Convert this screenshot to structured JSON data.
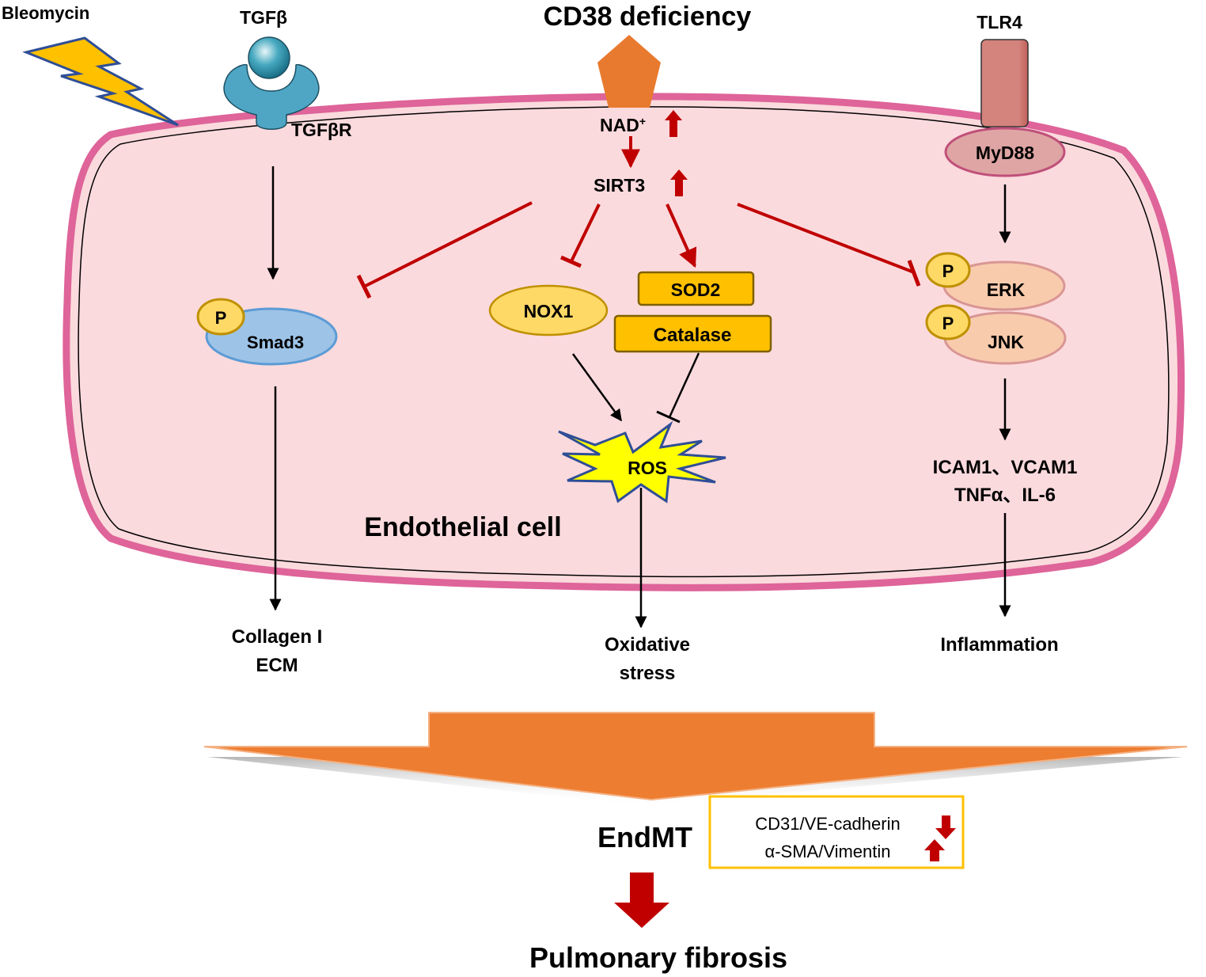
{
  "diagram": {
    "stimuli": {
      "bleomycin": "Bleomycin",
      "tgfb": "TGFβ",
      "cd38": "CD38 deficiency",
      "tlr4": "TLR4"
    },
    "receptors": {
      "tgfbr": "TGFβR",
      "myd88": "MyD88"
    },
    "cell_label": "Endothelial cell",
    "nad": "NAD",
    "nad_sup": "+",
    "sirt3": "SIRT3",
    "phospho": "P",
    "smad3": "Smad3",
    "nox1": "NOX1",
    "sod2": "SOD2",
    "catalase": "Catalase",
    "ros": "ROS",
    "erk": "ERK",
    "jnk": "JNK",
    "cytokines_line1": "ICAM1、VCAM1",
    "cytokines_line2": "TNFα、IL-6",
    "outcomes": {
      "collagen_line1": "Collagen I",
      "collagen_line2": "ECM",
      "oxidative_line1": "Oxidative",
      "oxidative_line2": "stress",
      "inflammation": "Inflammation"
    },
    "endmt": "EndMT",
    "markers": {
      "down": "CD31/VE-cadherin",
      "up": "α-SMA/Vimentin"
    },
    "final": "Pulmonary fibrosis",
    "colors": {
      "cell_fill": "#fbdadd",
      "membrane": "#de6499",
      "activation_red": "#c00000",
      "pentagon": "#e87a2f",
      "big_arrow": "#ed7d31",
      "enzyme_box": "#ffc000",
      "phospho": "#ffd966",
      "smad3": "#9dc3e6",
      "erk_jnk": "#f8cbad",
      "myd88": "#dea5a4",
      "tlr4": "#d4837d",
      "ros": "#ffff00",
      "receptor": "#4ea6c4"
    }
  }
}
